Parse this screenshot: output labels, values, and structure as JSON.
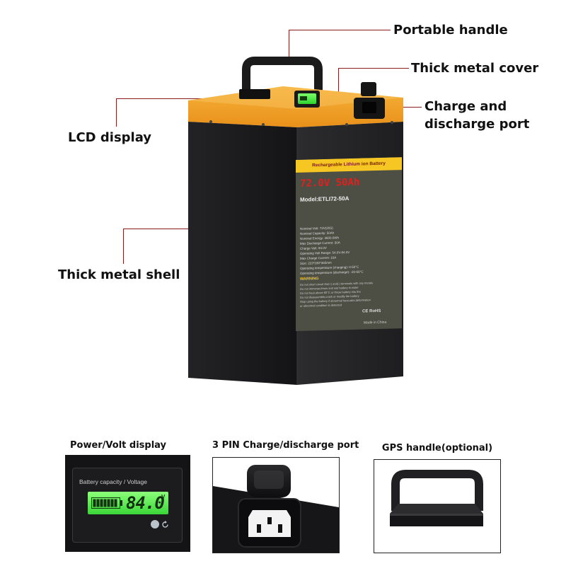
{
  "callouts": {
    "portable_handle": "Portable handle",
    "thick_metal_cover": "Thick metal cover",
    "charge_port_line1": "Charge and",
    "charge_port_line2": "discharge port",
    "lcd_display": "LCD display",
    "thick_metal_shell": "Thick metal shell"
  },
  "label": {
    "header": "Rechargeable Lithium ion Battery",
    "rating": "72.0V 50Ah",
    "model": "Model:ETLI72-50A",
    "specs": [
      "Nominal Volt: 72V(20S)",
      "Nominal Capacity: 50Ah",
      "Nominal Energy: 3600.0Wh",
      "Max Discharge Current: 50A",
      "Charge Volt: 84.0V",
      "Operating Volt Range: 54.0V-84.0V",
      "Max Charge Current: 10A",
      "Size: 223*180*365mm",
      "Operating temperature (charging): 0-50°C",
      "Operating temperature (discharge): -20-60°C"
    ],
    "warning_title": "WARNING",
    "warnings": [
      "Do not short circuit the(+) and(-) terminals with any metals",
      "Do not immerse,throw and wet battery in water",
      "Do not heat above 60°C or throw battery into fire",
      "Do not disassemble,crash or modify the battery",
      "Stop using the battery if abnormal heat,odor,deformation",
      "or abnormal condition is detected"
    ],
    "certs": "CE RoHS",
    "made_in": "Made in China"
  },
  "details": {
    "power_volt_title": "Power/Volt display",
    "lcd_caption": "Battery capacity / Voltage",
    "lcd_reading": "84.0",
    "lcd_unit": "V",
    "charge_port_title": "3 PIN Charge/discharge port",
    "gps_handle_title": "GPS handle(optional)"
  },
  "colors": {
    "orange": "#f4a01c",
    "shell": "#1c1c1e",
    "lcd_green": "#39e83a",
    "label_yellow": "#f6c623",
    "label_red": "#e0201e",
    "leader": "#8b1c1c"
  }
}
